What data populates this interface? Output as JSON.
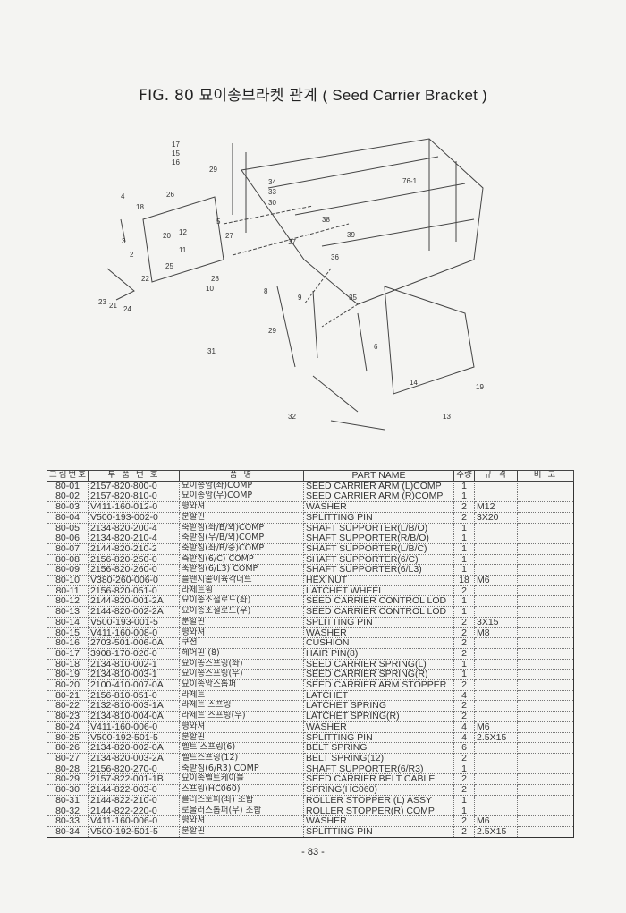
{
  "title": {
    "prefix": "FIG. 80 묘이송브라켓 관계",
    "english": "( Seed Carrier Bracket )"
  },
  "diagram_callouts": [
    "17",
    "15",
    "16",
    "29",
    "34",
    "33",
    "30",
    "76-1",
    "4",
    "18",
    "26",
    "5",
    "3",
    "20",
    "12",
    "11",
    "27",
    "38",
    "39",
    "37",
    "36",
    "2",
    "25",
    "22",
    "21",
    "24",
    "23",
    "28",
    "10",
    "8",
    "9",
    "29",
    "31",
    "6",
    "35",
    "19",
    "32",
    "14",
    "13"
  ],
  "table": {
    "headers": [
      "그림번호",
      "부 품 번 호",
      "품      명",
      "PART NAME",
      "수량",
      "규    격",
      "비      고"
    ],
    "rows": [
      [
        "80-01",
        "2157-820-800-0",
        "묘이송암(좌)COMP",
        "SEED CARRIER  ARM (L)COMP",
        "1",
        "",
        ""
      ],
      [
        "80-02",
        "2157-820-810-0",
        "묘이송암(우)COMP",
        "SEED CARRIER  ARM (R)COMP",
        "1",
        "",
        ""
      ],
      [
        "80-03",
        "V411-160-012-0",
        "평와셔",
        "WASHER",
        "2",
        "M12",
        ""
      ],
      [
        "80-04",
        "V500-193-002-0",
        "분할핀",
        "SPLITTING PIN",
        "2",
        "3X20",
        ""
      ],
      [
        "80-05",
        "2134-820-200-4",
        "축받침(좌/B/외)COMP",
        "SHAFT SUPPORTER(L/B/O)",
        "1",
        "",
        ""
      ],
      [
        "80-06",
        "2134-820-210-4",
        "축받침(우/B/외)COMP",
        "SHAFT SUPPORTER(R/B/O)",
        "1",
        "",
        ""
      ],
      [
        "80-07",
        "2144-820-210-2",
        "축받침(좌/B/중)COMP",
        "SHAFT SUPPORTER(L/B/C)",
        "1",
        "",
        ""
      ],
      [
        "80-08",
        "2156-820-250-0",
        "축받침(6/C) COMP",
        "SHAFT SUPPORTER(6/C)",
        "1",
        "",
        ""
      ],
      [
        "80-09",
        "2156-820-260-0",
        "축받침(6/L3) COMP",
        "SHAFT SUPPORTER(6/L3)",
        "1",
        "",
        ""
      ],
      [
        "80-10",
        "V380-260-006-0",
        "플랜지붙이육각너트",
        "HEX NUT",
        "18",
        "M6",
        ""
      ],
      [
        "80-11",
        "2156-820-051-0",
        "라체트휠",
        "LATCHET WHEEL",
        "2",
        "",
        ""
      ],
      [
        "80-12",
        "2144-820-001-2A",
        "묘이송조절로드(좌)",
        "SEED CARRIER  CONTROL LOD",
        "1",
        "",
        ""
      ],
      [
        "80-13",
        "2144-820-002-2A",
        "묘이송조절로드(우)",
        "SEED CARRIER  CONTROL LOD",
        "1",
        "",
        ""
      ],
      [
        "80-14",
        "V500-193-001-5",
        "분할핀",
        "SPLITTING PIN",
        "2",
        "3X15",
        ""
      ],
      [
        "80-15",
        "V411-160-008-0",
        "평와셔",
        "WASHER",
        "2",
        "M8",
        ""
      ],
      [
        "80-16",
        "2703-501-006-0A",
        "쿠션",
        "CUSHION",
        "2",
        "",
        ""
      ],
      [
        "80-17",
        "3908-170-020-0",
        "헤어핀 (8)",
        "HAIR PIN(8)",
        "2",
        "",
        ""
      ],
      [
        "80-18",
        "2134-810-002-1",
        "묘이송스프링(좌)",
        "SEED CARRIER SPRING(L)",
        "1",
        "",
        ""
      ],
      [
        "80-19",
        "2134-810-003-1",
        "묘이송스프링(우)",
        "SEED CARRIER SPRING(R)",
        "1",
        "",
        ""
      ],
      [
        "80-20",
        "2100-410-007-0A",
        "묘이송암스톱퍼",
        "SEED CARRIER  ARM STOPPER",
        "2",
        "",
        ""
      ],
      [
        "80-21",
        "2156-810-051-0",
        "라체트",
        "LATCHET",
        "4",
        "",
        ""
      ],
      [
        "80-22",
        "2132-810-003-1A",
        "라체트 스프링",
        "LATCHET SPRING",
        "2",
        "",
        ""
      ],
      [
        "80-23",
        "2134-810-004-0A",
        "라체트 스프링(우)",
        "LATCHET SPRING(R)",
        "2",
        "",
        ""
      ],
      [
        "80-24",
        "V411-160-006-0",
        "평와셔",
        "WASHER",
        "4",
        "M6",
        ""
      ],
      [
        "80-25",
        "V500-192-501-5",
        "분할핀",
        "SPLITTING PIN",
        "4",
        "2.5X15",
        ""
      ],
      [
        "80-26",
        "2134-820-002-0A",
        "벨트 스프링(6)",
        "BELT SPRING",
        "6",
        "",
        ""
      ],
      [
        "80-27",
        "2134-820-003-2A",
        "벨트스프링(12)",
        "BELT SPRING(12)",
        "2",
        "",
        ""
      ],
      [
        "80-28",
        "2156-820-270-0",
        "축받침(6/R3) COMP",
        "SHAFT SUPPORTER(6/R3)",
        "1",
        "",
        ""
      ],
      [
        "80-29",
        "2157-822-001-1B",
        "묘이송벨트케이블",
        "SEED CARRIER  BELT CABLE",
        "2",
        "",
        ""
      ],
      [
        "80-30",
        "2144-822-003-0",
        "스프링(HC060)",
        "SPRING(HC060)",
        "2",
        "",
        ""
      ],
      [
        "80-31",
        "2144-822-210-0",
        "롤러스토퍼(좌) 조합",
        "ROLLER  STOPPER (L)  ASSY",
        "1",
        "",
        ""
      ],
      [
        "80-32",
        "2144-822-220-0",
        "로울러스톱퍼(우) 조합",
        "ROLLER STOPPER(R) COMP",
        "1",
        "",
        ""
      ],
      [
        "80-33",
        "V411-160-006-0",
        "평와셔",
        "WASHER",
        "2",
        "M6",
        ""
      ],
      [
        "80-34",
        "V500-192-501-5",
        "분할핀",
        "SPLITTING PIN",
        "2",
        "2.5X15",
        ""
      ]
    ]
  },
  "page_number": "- 83 -"
}
